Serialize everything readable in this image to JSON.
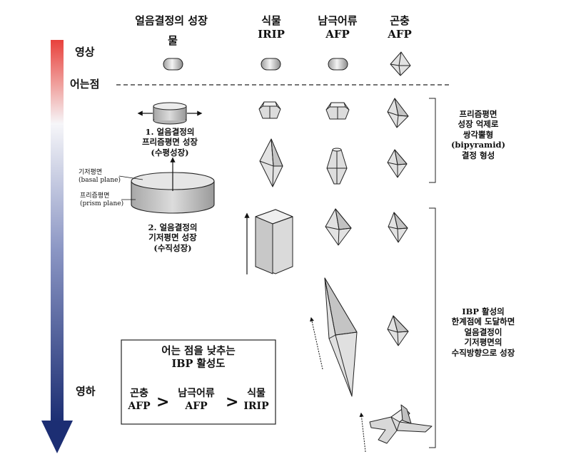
{
  "headers": {
    "growth": "얼음결정의 성장",
    "plant": [
      "식물",
      "IRIP"
    ],
    "fish": [
      "남극어류",
      "AFP"
    ],
    "insect": [
      "곤충",
      "AFP"
    ],
    "water": "물"
  },
  "temperature": {
    "high": "영상",
    "freezing": "어는점",
    "low": "영하"
  },
  "growth_steps": {
    "step1": [
      "1. 얼음결정의",
      "프리즘평면 성장",
      "(수평성장)"
    ],
    "basal": [
      "기저평면",
      "(basal plane)"
    ],
    "prism": [
      "프리즘평면",
      "(prism plane)"
    ],
    "step2": [
      "2. 얼음결정의",
      "기저평면 성장",
      "(수직성장)"
    ]
  },
  "notes": {
    "upper": [
      "프리즘평면",
      "성장 억제로",
      "쌍각뿔형",
      "(bipyramid)",
      "결정 형성"
    ],
    "lower": [
      "IBP 활성의",
      "한계점에 도달하면",
      "얼음결정이",
      "기저평면의",
      "수직방향으로 성장"
    ]
  },
  "ibp_box": {
    "title": [
      "어는 점을 낮추는",
      "IBP 활성도"
    ],
    "items": [
      [
        "곤충",
        "AFP"
      ],
      [
        "남극어류",
        "AFP"
      ],
      [
        "식물",
        "IRIP"
      ]
    ],
    "separator": ">"
  },
  "colors": {
    "arrow_top": "#e8413c",
    "arrow_mid": "#f4f4f8",
    "arrow_bottom": "#1c2e73",
    "crystal_fill": "#e4e4e4",
    "crystal_dark": "#b8b8b8",
    "crystal_stroke": "#222222"
  }
}
